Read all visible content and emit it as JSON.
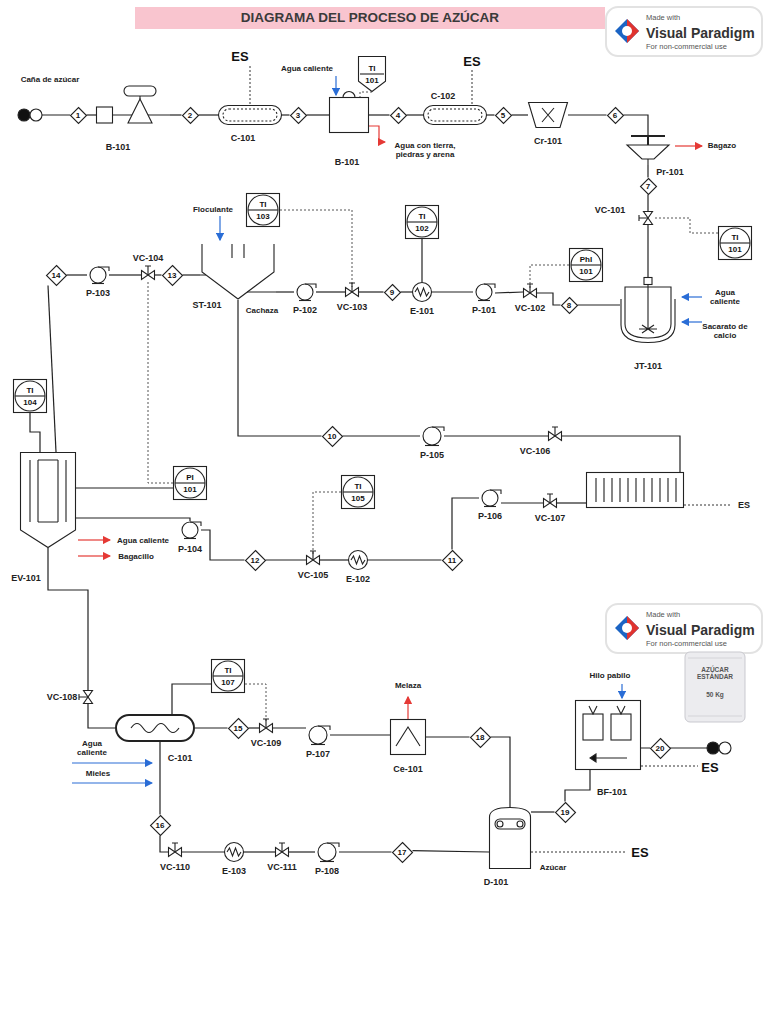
{
  "diagram": {
    "title": "DIAGRAMA DEL PROCESO DE AZÚCAR",
    "nodes": [
      {
        "text": [
          "1"
        ]
      },
      {
        "text": [
          "B-101"
        ]
      },
      {
        "text": [
          "2"
        ]
      },
      {
        "text": [
          "C-101"
        ]
      },
      {
        "text": [
          "3"
        ]
      },
      {
        "text": [
          "B-101"
        ]
      },
      {
        "text": [
          "TI",
          "101"
        ]
      },
      {
        "text": [
          "4"
        ]
      },
      {
        "text": [
          "C-102"
        ]
      },
      {
        "text": [
          "5"
        ]
      },
      {
        "text": [
          "Cr-101"
        ]
      },
      {
        "text": [
          "6"
        ]
      },
      {
        "text": [
          "Pr-101"
        ]
      },
      {
        "text": [
          "7"
        ]
      },
      {
        "text": [
          "VC-101"
        ]
      },
      {
        "text": [
          "JT-101"
        ]
      },
      {
        "text": [
          "TI",
          "101"
        ]
      },
      {
        "text": [
          "PhI",
          "101"
        ]
      },
      {
        "text": [
          "8"
        ]
      },
      {
        "text": [
          "VC-102"
        ]
      },
      {
        "text": [
          "P-101"
        ]
      },
      {
        "text": [
          "E-101"
        ]
      },
      {
        "text": [
          "TI",
          "102"
        ]
      },
      {
        "text": [
          "9"
        ]
      },
      {
        "text": [
          "VC-103"
        ]
      },
      {
        "text": [
          "P-102"
        ]
      },
      {
        "text": [
          "ST-101"
        ]
      },
      {
        "text": [
          "TI",
          "103"
        ]
      },
      {
        "text": [
          "13"
        ]
      },
      {
        "text": [
          "VC-104"
        ]
      },
      {
        "text": [
          "P-103"
        ]
      },
      {
        "text": [
          "14"
        ]
      },
      {
        "text": [
          "EV-101"
        ]
      },
      {
        "text": [
          "TI",
          "104"
        ]
      },
      {
        "text": [
          "PI",
          "101"
        ]
      },
      {
        "text": [
          "10"
        ]
      },
      {
        "text": [
          "P-105"
        ]
      },
      {
        "text": [
          "VC-106"
        ]
      },
      {
        "text": [
          "ES"
        ]
      },
      {
        "text": [
          "P-106"
        ]
      },
      {
        "text": [
          "VC-107"
        ]
      },
      {
        "text": [
          "11"
        ]
      },
      {
        "text": [
          "E-102"
        ]
      },
      {
        "text": [
          "TI",
          "105"
        ]
      },
      {
        "text": [
          "VC-105"
        ]
      },
      {
        "text": [
          "12"
        ]
      },
      {
        "text": [
          "P-104"
        ]
      },
      {
        "text": [
          "VC-108"
        ]
      },
      {
        "text": [
          "C-101"
        ]
      },
      {
        "text": [
          "TI",
          "107"
        ]
      },
      {
        "text": [
          "15"
        ]
      },
      {
        "text": [
          "VC-109"
        ]
      },
      {
        "text": [
          "P-107"
        ]
      },
      {
        "text": [
          "Ce-101"
        ]
      },
      {
        "text": [
          "18"
        ]
      },
      {
        "text": [
          "D-101"
        ]
      },
      {
        "text": [
          "16"
        ]
      },
      {
        "text": [
          "VC-110"
        ]
      },
      {
        "text": [
          "E-103"
        ]
      },
      {
        "text": [
          "VC-111"
        ]
      },
      {
        "text": [
          "P-108"
        ]
      },
      {
        "text": [
          "17"
        ]
      },
      {
        "text": [
          "19"
        ]
      },
      {
        "text": [
          "BF-101"
        ]
      },
      {
        "text": [
          "20"
        ]
      }
    ],
    "edges": [
      {
        "from": 0,
        "to": 1,
        "arrow": "none"
      },
      {
        "from": 1,
        "to": 2,
        "arrow": "none"
      },
      {
        "from": 2,
        "to": 3,
        "arrow": "none"
      },
      {
        "from": 3,
        "to": 4,
        "arrow": "none"
      },
      {
        "from": 4,
        "to": 5,
        "arrow": "none"
      },
      {
        "from": 5,
        "to": 7,
        "arrow": "none"
      },
      {
        "from": 7,
        "to": 8,
        "arrow": "none"
      },
      {
        "from": 8,
        "to": 9,
        "arrow": "none"
      },
      {
        "from": 9,
        "to": 10,
        "arrow": "none"
      },
      {
        "from": 10,
        "to": 11,
        "arrow": "none"
      },
      {
        "from": 11,
        "to": 12,
        "arrow": "none"
      },
      {
        "from": 12,
        "to": 13,
        "arrow": "none"
      },
      {
        "from": 13,
        "to": 14,
        "arrow": "none"
      },
      {
        "from": 14,
        "to": 15,
        "arrow": "none"
      },
      {
        "from": 15,
        "to": 18,
        "arrow": "none"
      },
      {
        "from": 18,
        "to": 19,
        "arrow": "none"
      },
      {
        "from": 19,
        "to": 20,
        "arrow": "none"
      },
      {
        "from": 20,
        "to": 21,
        "arrow": "none"
      },
      {
        "from": 21,
        "to": 23,
        "arrow": "none"
      },
      {
        "from": 23,
        "to": 24,
        "arrow": "none"
      },
      {
        "from": 24,
        "to": 25,
        "arrow": "none"
      },
      {
        "from": 25,
        "to": 26,
        "arrow": "none"
      },
      {
        "from": 26,
        "to": 28,
        "arrow": "none"
      },
      {
        "from": 28,
        "to": 29,
        "arrow": "none"
      },
      {
        "from": 29,
        "to": 30,
        "arrow": "none"
      },
      {
        "from": 30,
        "to": 31,
        "arrow": "none"
      },
      {
        "from": 31,
        "to": 32,
        "arrow": "none"
      },
      {
        "from": 26,
        "to": 35,
        "arrow": "none"
      },
      {
        "from": 35,
        "to": 36,
        "arrow": "none"
      },
      {
        "from": 36,
        "to": 37,
        "arrow": "none"
      },
      {
        "from": 37,
        "to": 38,
        "arrow": "none"
      },
      {
        "from": 38,
        "to": 40,
        "arrow": "none"
      },
      {
        "from": 40,
        "to": 39,
        "arrow": "none"
      },
      {
        "from": 39,
        "to": 41,
        "arrow": "none"
      },
      {
        "from": 41,
        "to": 42,
        "arrow": "none"
      },
      {
        "from": 42,
        "to": 44,
        "arrow": "none"
      },
      {
        "from": 44,
        "to": 45,
        "arrow": "none"
      },
      {
        "from": 45,
        "to": 46,
        "arrow": "none"
      },
      {
        "from": 46,
        "to": 32,
        "arrow": "none"
      },
      {
        "from": 32,
        "to": 47,
        "arrow": "none"
      },
      {
        "from": 47,
        "to": 48,
        "arrow": "none"
      },
      {
        "from": 48,
        "to": 50,
        "arrow": "none"
      },
      {
        "from": 50,
        "to": 51,
        "arrow": "none"
      },
      {
        "from": 51,
        "to": 52,
        "arrow": "none"
      },
      {
        "from": 52,
        "to": 53,
        "arrow": "none"
      },
      {
        "from": 53,
        "to": 54,
        "arrow": "none"
      },
      {
        "from": 54,
        "to": 55,
        "arrow": "none"
      },
      {
        "from": 48,
        "to": 56,
        "arrow": "none"
      },
      {
        "from": 56,
        "to": 57,
        "arrow": "none"
      },
      {
        "from": 57,
        "to": 58,
        "arrow": "none"
      },
      {
        "from": 58,
        "to": 59,
        "arrow": "none"
      },
      {
        "from": 59,
        "to": 60,
        "arrow": "none"
      },
      {
        "from": 60,
        "to": 61,
        "arrow": "none"
      },
      {
        "from": 61,
        "to": 55,
        "arrow": "none"
      },
      {
        "from": 55,
        "to": 62,
        "arrow": "none"
      },
      {
        "from": 62,
        "to": 63,
        "arrow": "none"
      },
      {
        "from": 63,
        "to": 64,
        "arrow": "none"
      },
      {
        "from": 6,
        "to": 5,
        "arrow": "none"
      },
      {
        "from": 16,
        "to": 14,
        "arrow": "none"
      },
      {
        "from": 17,
        "to": 19,
        "arrow": "none"
      },
      {
        "from": 22,
        "to": 21,
        "arrow": "none"
      },
      {
        "from": 27,
        "to": 24,
        "arrow": "none"
      },
      {
        "from": 33,
        "to": 32,
        "arrow": "none"
      },
      {
        "from": 34,
        "to": 29,
        "arrow": "none"
      },
      {
        "from": 34,
        "to": 32,
        "arrow": "none"
      },
      {
        "from": 43,
        "to": 44,
        "arrow": "none"
      },
      {
        "from": 49,
        "to": 48,
        "arrow": "none"
      },
      {
        "from": 49,
        "to": 51,
        "arrow": "none"
      }
    ],
    "labels": [
      "Caña de azúcar",
      "ES",
      "Agua caliente",
      "Agua con tierra, piedras y arena",
      "ES",
      "Bagazo",
      "Floculante",
      "Cachaza",
      "Agua caliente",
      "Sacarato de calcio",
      "Agua caliente",
      "Bagacillo",
      "Melaza",
      "Hilo pabilo",
      "Agua caliente",
      "Mieles",
      "ES",
      "Azúcar",
      "ES",
      "Made with",
      "Visual Paradigm",
      "For non-commercial use",
      "Made with",
      "Visual Paradigm",
      "For non-commercial use",
      "AZÚCAR ESTÁNDAR",
      "50 Kg"
    ]
  }
}
